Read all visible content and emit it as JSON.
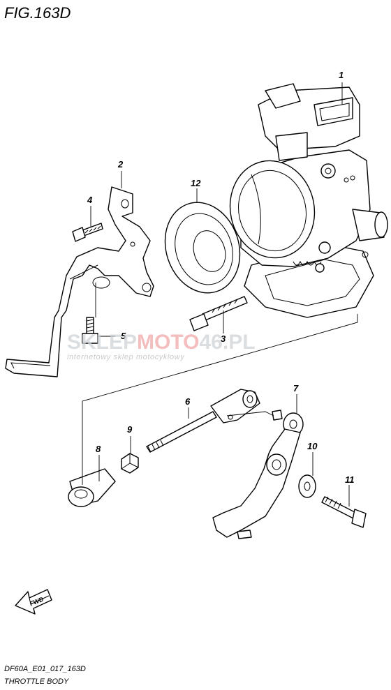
{
  "header": {
    "figure_title": "FIG.163D"
  },
  "footer": {
    "code": "DF60A_E01_017_163D",
    "caption": "THROTTLE BODY"
  },
  "watermark": {
    "brand_gray": "SKLEP",
    "brand_red": "MOTO",
    "brand_gray2": "46.PL",
    "tagline": "internetowy sklep motocyklowy"
  },
  "direction": {
    "label": "FWD"
  },
  "callouts": [
    "1",
    "2",
    "3",
    "4",
    "5",
    "6",
    "7",
    "8",
    "9",
    "10",
    "11",
    "12"
  ],
  "colors": {
    "line": "#000000",
    "watermark_gray": "#cfd3d6",
    "watermark_red": "#f2a9a9"
  }
}
